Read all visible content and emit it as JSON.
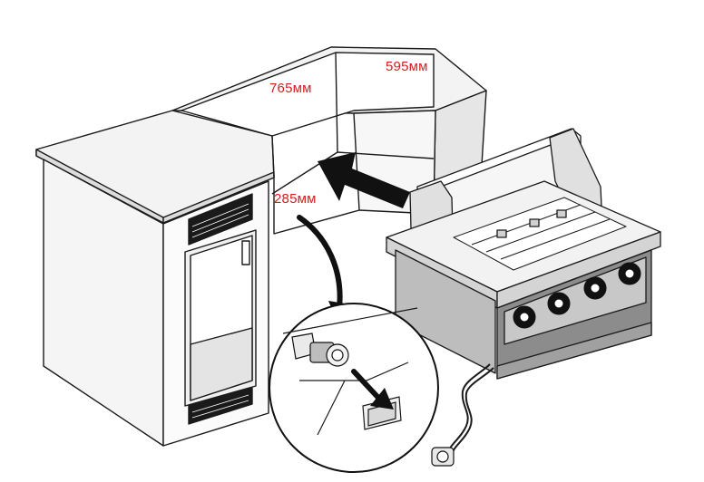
{
  "dimensions": {
    "width_label": "765мм",
    "depth_label": "595мм",
    "height_label": "285мм"
  },
  "colors": {
    "line": "#1a1a1a",
    "fill_light": "#f4f4f4",
    "fill_mid": "#d9d9d9",
    "fill_dark": "#8c8c8c",
    "dimension_text": "#d21f1f"
  },
  "icons": [
    "insert-arrow-icon",
    "connect-arrow-icon",
    "curved-pointer-icon",
    "gas-regulator-icon",
    "control-knob-icon"
  ]
}
